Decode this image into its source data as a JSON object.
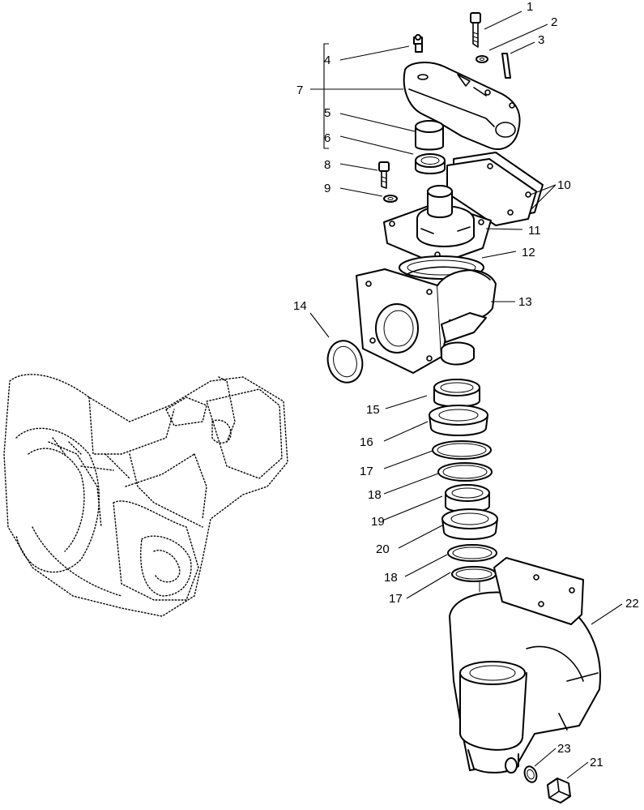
{
  "callouts": [
    "1",
    "2",
    "3",
    "4",
    "5",
    "6",
    "7",
    "8",
    "9",
    "10",
    "11",
    "12",
    "13",
    "14",
    "15",
    "16",
    "17",
    "18",
    "19",
    "20",
    "18",
    "17",
    "22",
    "23",
    "21"
  ]
}
